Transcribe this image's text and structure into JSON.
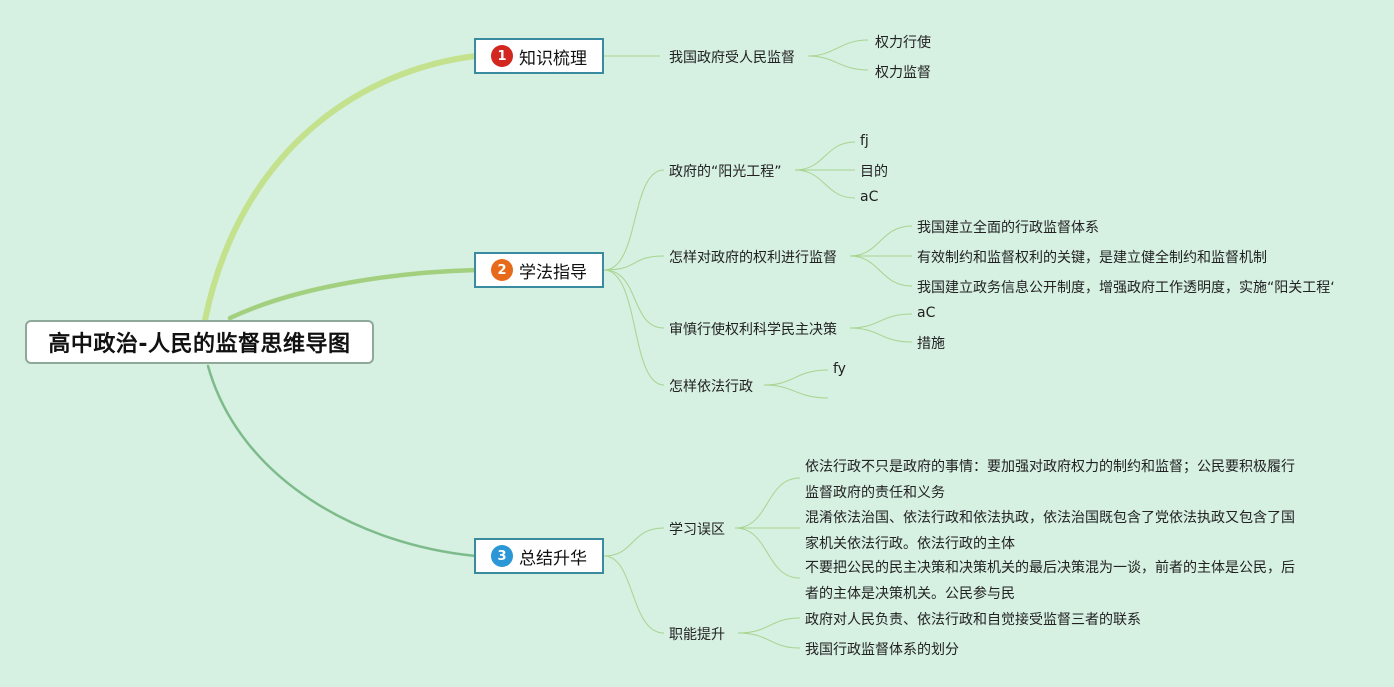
{
  "root": {
    "title": "高中政治-人民的监督思维导图"
  },
  "branches": [
    {
      "number": "1",
      "label": "知识梳理",
      "color": "#d2261e"
    },
    {
      "number": "2",
      "label": "学法指导",
      "color": "#e76a1b"
    },
    {
      "number": "3",
      "label": "总结升华",
      "color": "#2b97d6"
    }
  ],
  "b1": {
    "topic": "我国政府受人民监督",
    "leaves": [
      "权力行使",
      "权力监督"
    ]
  },
  "b2": {
    "topics": [
      {
        "label": "政府的“阳光工程”",
        "leaves": [
          "fj",
          "目的",
          "aC"
        ]
      },
      {
        "label": "怎样对政府的权利进行监督",
        "leaves": [
          "我国建立全面的行政监督体系",
          "有效制约和监督权利的关键，是建立健全制约和监督机制",
          "我国建立政务信息公开制度，增强政府工作透明度，实施“阳关工程‘"
        ]
      },
      {
        "label": "审慎行使权利科学民主决策",
        "leaves": [
          "aC",
          "措施"
        ]
      },
      {
        "label": "怎样依法行政",
        "leaves": [
          "fy"
        ]
      }
    ]
  },
  "b3": {
    "topics": [
      {
        "label": "学习误区",
        "paras": [
          [
            "依法行政不只是政府的事情：要加强对政府权力的制约和监督；公民要积极履行",
            "监督政府的责任和义务"
          ],
          [
            "混淆依法治国、依法行政和依法执政，依法治国既包含了党依法执政又包含了国",
            "家机关依法行政。依法行政的主体"
          ],
          [
            "不要把公民的民主决策和决策机关的最后决策混为一谈，前者的主体是公民，后",
            "者的主体是决策机关。公民参与民"
          ]
        ]
      },
      {
        "label": "职能提升",
        "leaves": [
          "政府对人民负责、依法行政和自觉接受监督三者的联系",
          "我国行政监督体系的划分"
        ]
      }
    ]
  },
  "colors": {
    "background": "#d6f0e2",
    "branch_border": "#3a8aa0",
    "line1": "#c2e08c",
    "line2": "#99cc7a",
    "line3": "#78b888",
    "thin_line": "#a8d48e"
  }
}
